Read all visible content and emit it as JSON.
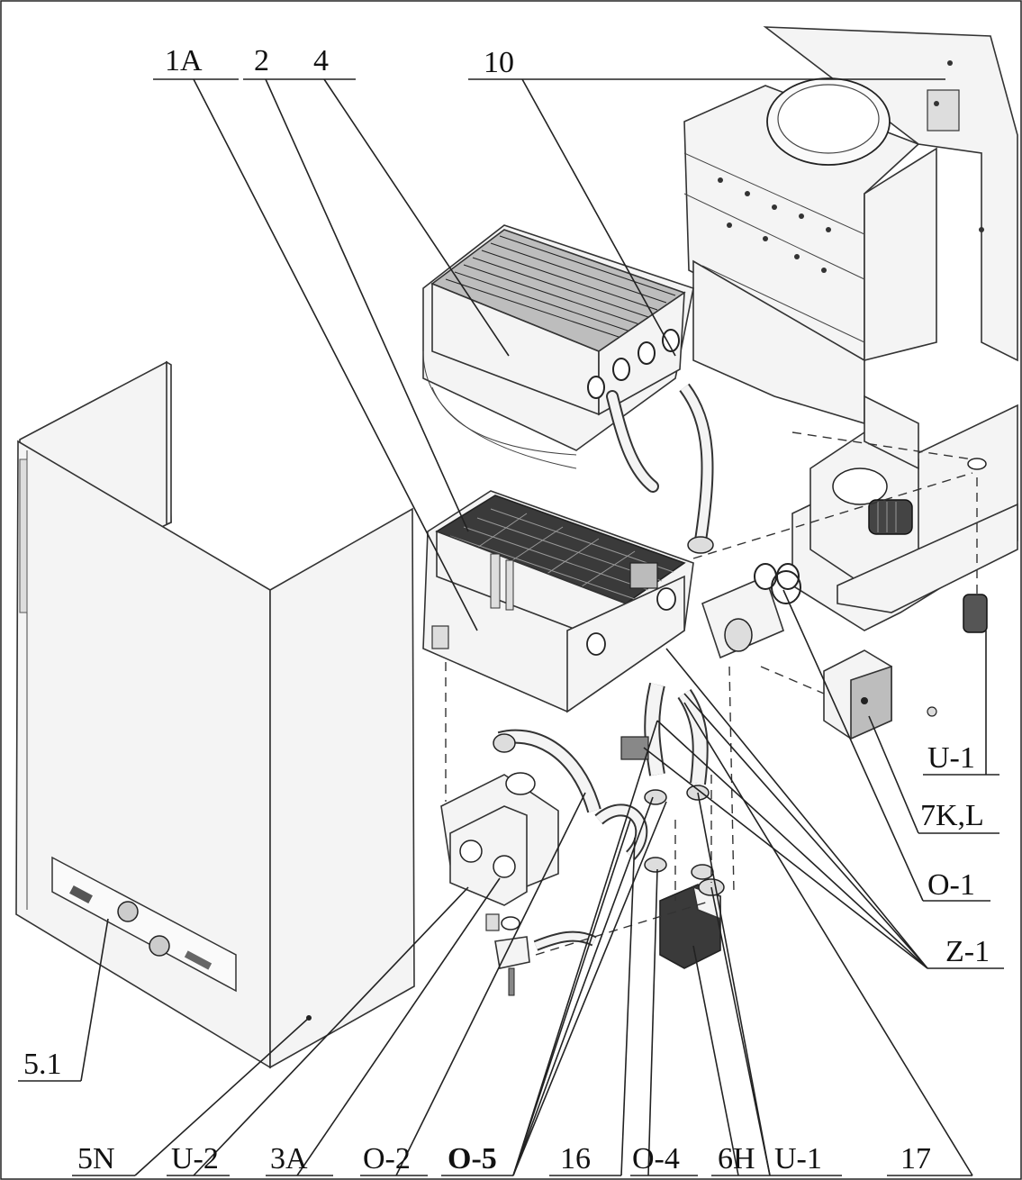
{
  "labels": {
    "l_1a": "1A",
    "l_2": "2",
    "l_4": "4",
    "l_10": "10",
    "l_u1_right": "U-1",
    "l_7kl": "7K,L",
    "l_o1": "O-1",
    "l_z1": "Z-1",
    "l_51": "5.1",
    "l_5n": "5N",
    "l_u2": "U-2",
    "l_3a": "3A",
    "l_o2": "O-2",
    "l_o5": "O-5",
    "l_16": "16",
    "l_o4": "O-4",
    "l_6h": "6H",
    "l_u1_bottom": "U-1",
    "l_17": "17"
  }
}
